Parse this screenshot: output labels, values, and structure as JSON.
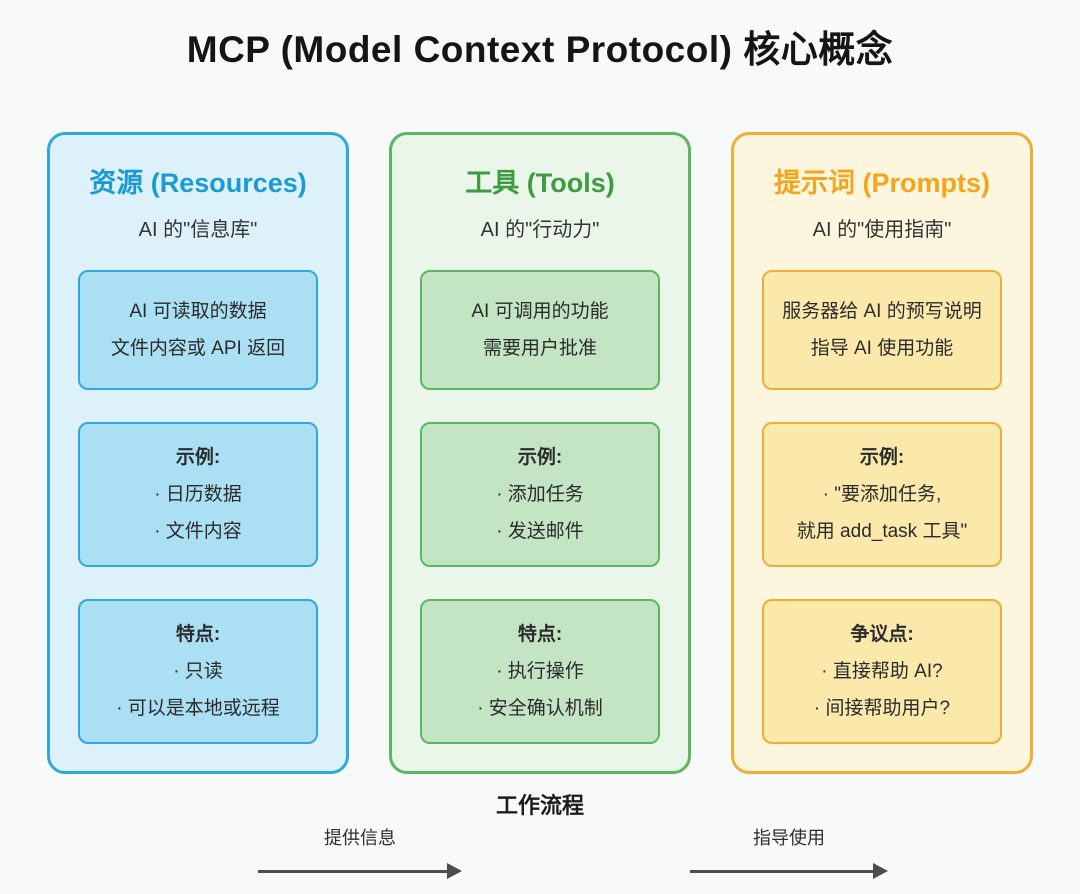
{
  "page": {
    "title": "MCP (Model Context Protocol) 核心概念",
    "workflow_label": "工作流程",
    "background": "#f8fafa"
  },
  "columns": [
    {
      "id": "resources",
      "title": "资源 (Resources)",
      "subtitle": "AI 的\"信息库\"",
      "theme": {
        "border": "#2fa8dc",
        "bg": "#ddf1fb",
        "title_color": "#1b9ad6",
        "box_bg": "#aadff4",
        "box_border": "#2fa8dc"
      },
      "boxes": [
        {
          "lines": [
            "AI 可读取的数据",
            "文件内容或 API 返回"
          ]
        },
        {
          "heading": "示例:",
          "lines": [
            "· 日历数据",
            "· 文件内容"
          ]
        },
        {
          "heading": "特点:",
          "lines": [
            "· 只读",
            "· 可以是本地或远程"
          ]
        }
      ]
    },
    {
      "id": "tools",
      "title": "工具 (Tools)",
      "subtitle": "AI 的\"行动力\"",
      "theme": {
        "border": "#5bb75f",
        "bg": "#e9f6e9",
        "title_color": "#3d9c42",
        "box_bg": "#c3e5c4",
        "box_border": "#5bb75f"
      },
      "boxes": [
        {
          "lines": [
            "AI 可调用的功能",
            "需要用户批准"
          ]
        },
        {
          "heading": "示例:",
          "lines": [
            "· 添加任务",
            "· 发送邮件"
          ]
        },
        {
          "heading": "特点:",
          "lines": [
            "· 执行操作",
            "· 安全确认机制"
          ]
        }
      ]
    },
    {
      "id": "prompts",
      "title": "提示词 (Prompts)",
      "subtitle": "AI 的\"使用指南\"",
      "theme": {
        "border": "#f0ad33",
        "bg": "#fdf6de",
        "title_color": "#f5a51d",
        "box_bg": "#fae9ab",
        "box_border": "#f0ad33"
      },
      "boxes": [
        {
          "lines": [
            "服务器给 AI 的预写说明",
            "指导 AI 使用功能"
          ]
        },
        {
          "heading": "示例:",
          "lines": [
            "· \"要添加任务,",
            "就用 add_task 工具\""
          ]
        },
        {
          "heading": "争议点:",
          "lines": [
            "· 直接帮助 AI?",
            "· 间接帮助用户?"
          ]
        }
      ]
    }
  ],
  "arrows": [
    {
      "label": "提供信息"
    },
    {
      "label": "指导使用"
    }
  ],
  "arrow_color": "#4d4d4d"
}
